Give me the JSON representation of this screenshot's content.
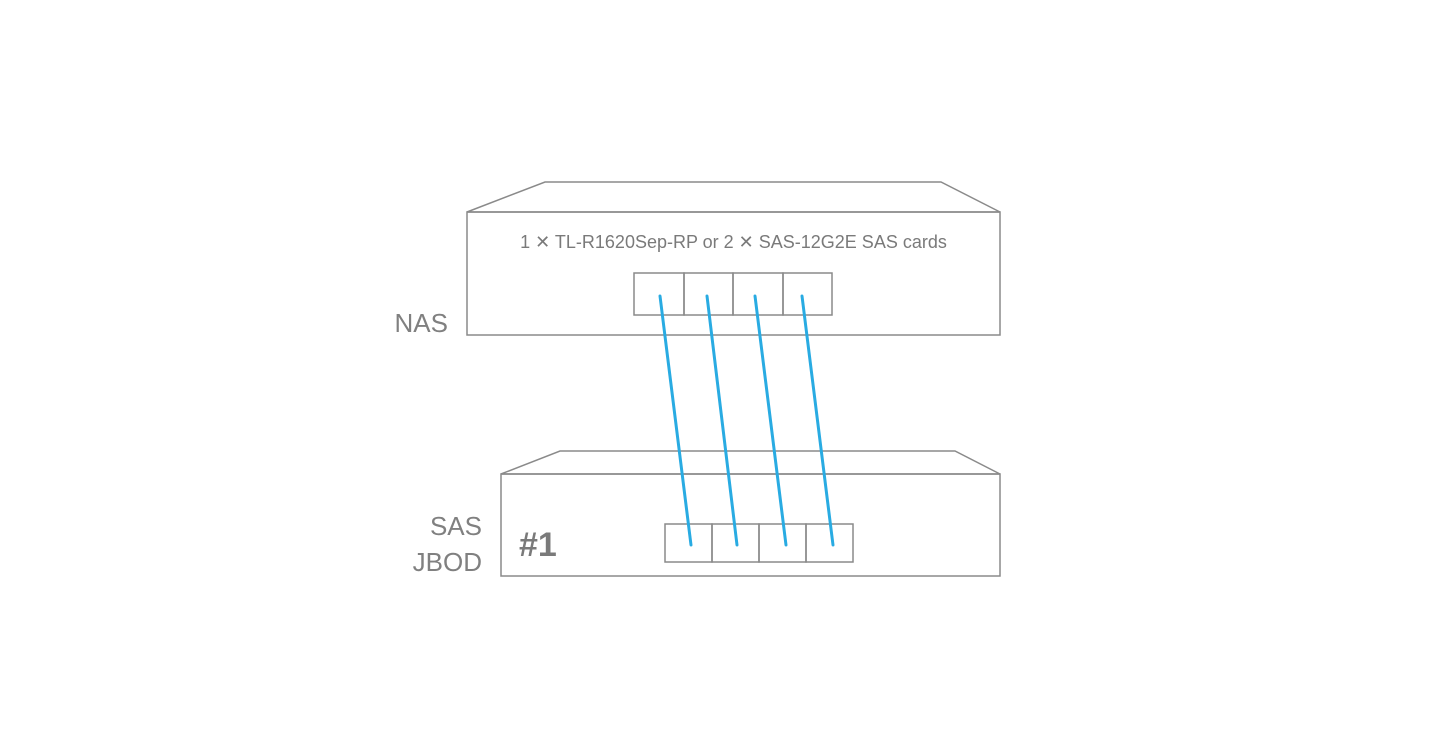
{
  "nas": {
    "label": "NAS",
    "card_text": "1 ✕ TL-R1620Sep-RP or 2 ✕ SAS-12G2E SAS cards",
    "port_count": 4
  },
  "jbod": {
    "label_line1": "SAS",
    "label_line2": "JBOD",
    "number": "#1",
    "port_count": 4
  },
  "colors": {
    "outline": "#8a8a8a",
    "cable": "#29abe2",
    "text": "#808080"
  },
  "connections": [
    [
      1,
      1
    ],
    [
      2,
      2
    ],
    [
      3,
      3
    ],
    [
      4,
      4
    ]
  ]
}
